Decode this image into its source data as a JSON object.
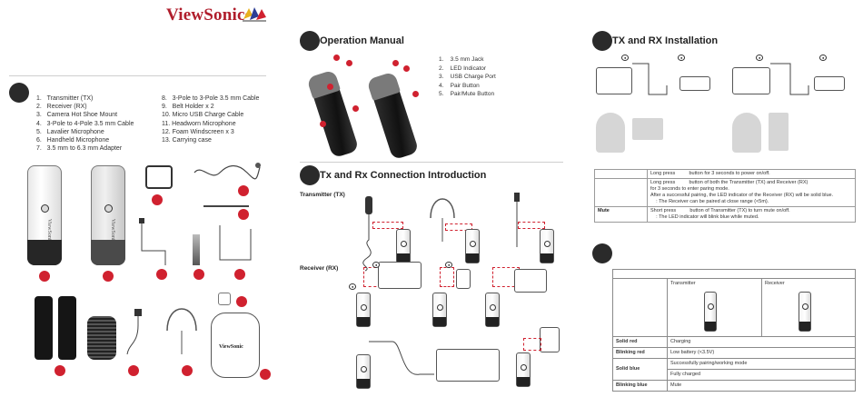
{
  "brand": {
    "name": "ViewSonic",
    "mark": "®"
  },
  "left": {
    "contents": [
      "1.   Transmitter (TX)",
      "2.   Receiver (RX)",
      "3.   Camera Hot Shoe Mount",
      "4.   3-Pole to 4-Pole 3.5 mm Cable",
      "5.   Lavalier Microphone",
      "6.   Handheld Microphone",
      "7.   3.5 mm to 6.3 mm Adapter"
    ],
    "contents_2": [
      "8.   3-Pole to 3-Pole 3.5 mm Cable",
      "9.   Belt Holder x 2",
      "10. Micro USB Charge Cable",
      "11. Headworn Microphone",
      "12. Foam Windscreen x 3",
      "13. Carrying case"
    ],
    "device_label": "ViewSonic",
    "case_label": "ViewSonic"
  },
  "operation": {
    "title": "Operation Manual",
    "parts": [
      "1.    3.5 mm Jack",
      "2.    LED Indicator",
      "3.    USB Charge Port",
      "4.    Pair Button",
      "5.    Pair/Mute Button"
    ]
  },
  "connection": {
    "title": "Tx and Rx Connection Introduction",
    "tx_label": "Transmitter (TX)",
    "rx_label": "Receiver (RX)"
  },
  "installation": {
    "title": "TX and RX Installation"
  },
  "instructions": [
    {
      "label": "",
      "lines": [
        "Long press          button for 3 seconds to power on/off."
      ]
    },
    {
      "label": "",
      "lines": [
        "Long press          button of both the Transmitter (TX) and Receiver (RX)",
        "for 3 seconds to enter paring mode.",
        "After a successful pairing, the LED indicator of the Receiver (RX) will be solid blue.",
        "    : The Receiver can be paired at close range (<5m)."
      ]
    },
    {
      "label": "Mute",
      "lines": [
        "Short press          button of Transmitter (TX) to turn mute on/off.",
        "    : The LED indicator will blink blue while muted."
      ]
    }
  ],
  "led": {
    "tx_header": "Transmitter",
    "rx_header": "Receiver",
    "rows": [
      {
        "state": "Solid red",
        "meaning": "Charging"
      },
      {
        "state": "Blinking red",
        "meaning": "Low battery (<3.5V)"
      },
      {
        "state": "Solid blue",
        "meaning": "Successfully pairing/working mode"
      },
      {
        "state": "",
        "meaning": "Fully charged"
      },
      {
        "state": "Blinking blue",
        "meaning": "Mute"
      }
    ]
  },
  "colors": {
    "accent": "#d0212f",
    "brand": "#b01e2c",
    "badge": "#2a2a2a"
  }
}
